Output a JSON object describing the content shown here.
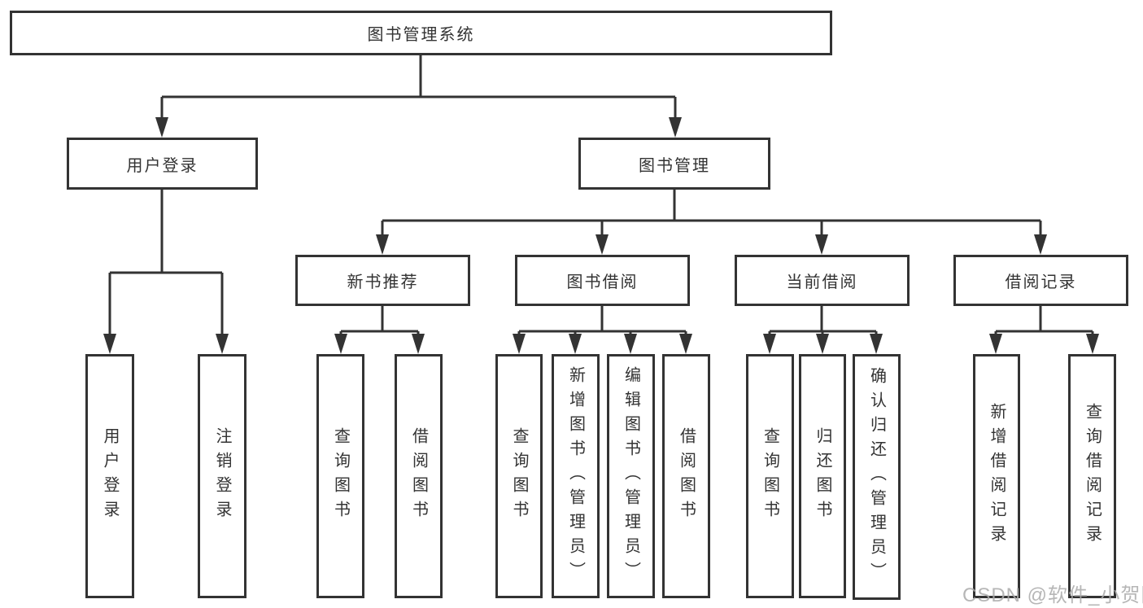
{
  "diagram": {
    "title": "图书管理系统",
    "root": {
      "label": "图书管理系统"
    },
    "level2": [
      {
        "label": "用户登录"
      },
      {
        "label": "图书管理"
      }
    ],
    "level3": [
      {
        "label": "新书推荐"
      },
      {
        "label": "图书借阅"
      },
      {
        "label": "当前借阅"
      },
      {
        "label": "借阅记录"
      }
    ],
    "leaves": {
      "user_login": [
        {
          "label": "用户登录"
        },
        {
          "label": "注销登录"
        }
      ],
      "new_book": [
        {
          "label": "查询图书"
        },
        {
          "label": "借阅图书"
        }
      ],
      "borrow": [
        {
          "label": "查询图书"
        },
        {
          "label": "新增图书（管理员）"
        },
        {
          "label": "编辑图书（管理员）"
        },
        {
          "label": "借阅图书"
        }
      ],
      "current": [
        {
          "label": "查询图书"
        },
        {
          "label": "归还图书"
        },
        {
          "label": "确认归还（管理员）"
        }
      ],
      "records": [
        {
          "label": "新增借阅记录"
        },
        {
          "label": "查询借阅记录"
        }
      ]
    },
    "colors": {
      "line": "#333333",
      "border": "#333333",
      "text": "#333333",
      "watermark": "#aaaaaa",
      "background": "#ffffff"
    },
    "watermark": "CSDN @软件_小贺同学"
  }
}
